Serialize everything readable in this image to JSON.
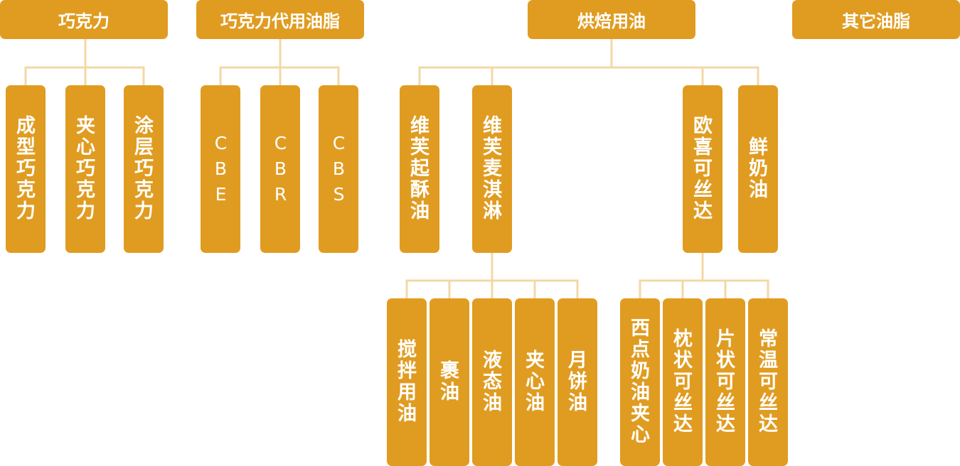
{
  "colors": {
    "box": "#e09c21",
    "connector": "#f3d8a6",
    "text": "#ffffff"
  },
  "categories": [
    {
      "label": "巧克力",
      "children": [
        "成型巧克力",
        "夹心巧克力",
        "涂层巧克力"
      ]
    },
    {
      "label": "巧克力代用油脂",
      "children": [
        "CBE",
        "CBR",
        "CBS"
      ]
    },
    {
      "label": "烘焙用油",
      "children": [
        "维芙起酥油",
        "维芙麦淇淋",
        "欧喜可丝达",
        "鲜奶油"
      ],
      "grandchildren": {
        "维芙麦淇淋": [
          "搅拌用油",
          "裹油",
          "液态油",
          "夹心油",
          "月饼油"
        ],
        "欧喜可丝达": [
          "西点奶油夹心",
          "枕状可丝达",
          "片状可丝达",
          "常温可丝达"
        ]
      }
    },
    {
      "label": "其它油脂",
      "children": []
    }
  ]
}
